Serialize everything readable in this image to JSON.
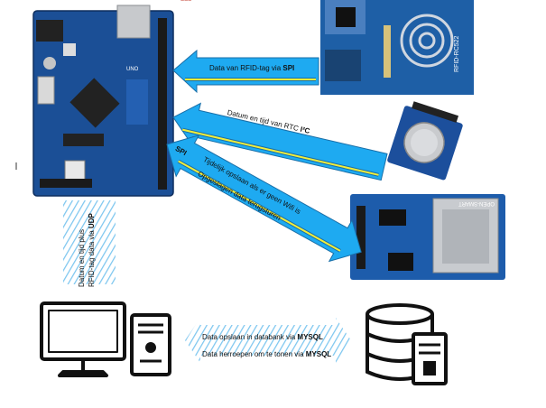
{
  "arrows": {
    "rfid": {
      "text": "Data van RFID-tag via ",
      "protocol": "SPI"
    },
    "rtc": {
      "text": "Datum en tijd van RTC ",
      "protocol": "I²C"
    },
    "sd": {
      "protocol": "SPI",
      "line1": "Tijdelijk opslaan als er geen Wifi is",
      "line2": "Opgeslagen data terugsturen"
    },
    "udp": {
      "line1": "Datum en tijd plus",
      "line2_text": "RFID-tag data via ",
      "line2_protocol": "UDP"
    },
    "db": {
      "line1_text": "Data opslaan in databank via ",
      "line1_protocol": "MYSQL",
      "line2_text": "Data herroepen om te tonen via ",
      "line2_protocol": "MYSQL"
    }
  },
  "modules": {
    "rfid": {
      "board_text": "RFID-RC522"
    },
    "sd": {
      "board_text": "OPEN-SMART"
    }
  },
  "colors": {
    "arrow_fill": "#1eaaf1",
    "arrow_stroke": "#1a6fa8",
    "arrow_stripe": "#f2ee3a",
    "board_blue": "#1b4f96",
    "hatch": "#7cc6ef"
  }
}
